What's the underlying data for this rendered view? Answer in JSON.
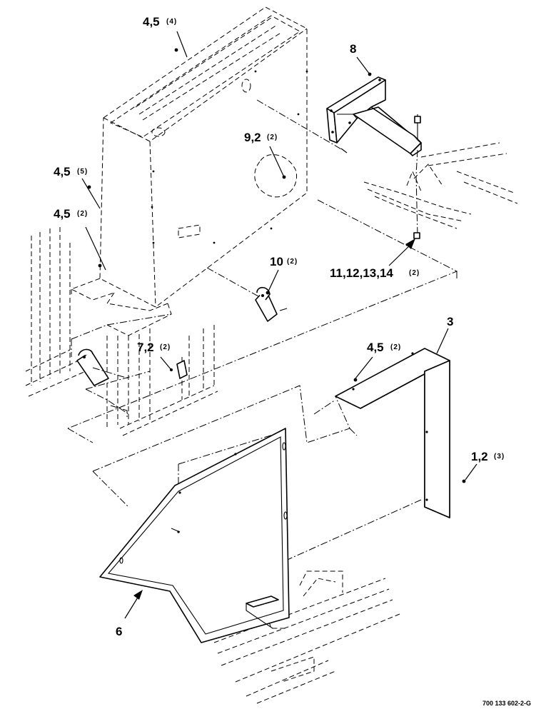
{
  "callouts": [
    {
      "id": "c1",
      "main": "4,5",
      "qty": "(4)"
    },
    {
      "id": "c2",
      "main": "8",
      "qty": ""
    },
    {
      "id": "c3",
      "main": "9,2",
      "qty": "(2)"
    },
    {
      "id": "c4",
      "main": "4,5",
      "qty": "(5)"
    },
    {
      "id": "c5",
      "main": "4,5",
      "qty": "(2)"
    },
    {
      "id": "c6",
      "main": "10",
      "qty": "(2)"
    },
    {
      "id": "c7",
      "main": "11,12,13,14",
      "qty": "(2)"
    },
    {
      "id": "c8",
      "main": "7,2",
      "qty": "(2)"
    },
    {
      "id": "c9",
      "main": "3",
      "qty": ""
    },
    {
      "id": "c10",
      "main": "4,5",
      "qty": "(2)"
    },
    {
      "id": "c11",
      "main": "1,2",
      "qty": "(3)"
    },
    {
      "id": "c12",
      "main": "6",
      "qty": ""
    }
  ],
  "drawing_number": "700 133 602-2-G"
}
